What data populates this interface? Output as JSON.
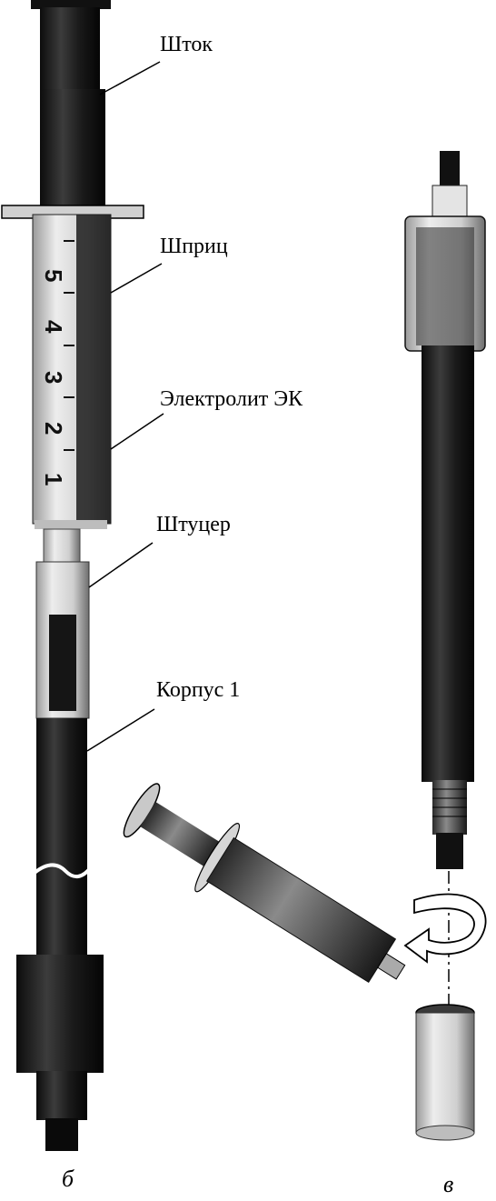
{
  "labels": {
    "rod": "Шток",
    "syringe": "Шприц",
    "electrolyte": "Электролит ЭК",
    "fitting": "Штуцер",
    "body": "Корпус 1"
  },
  "scale_marks": [
    "5",
    "4",
    "3",
    "2",
    "1"
  ],
  "captions": {
    "left": "б",
    "right": "в"
  },
  "colors": {
    "dark": "#1a1a1a",
    "mid": "#6b6b6b",
    "light": "#d9d9d9",
    "line": "#000000"
  }
}
